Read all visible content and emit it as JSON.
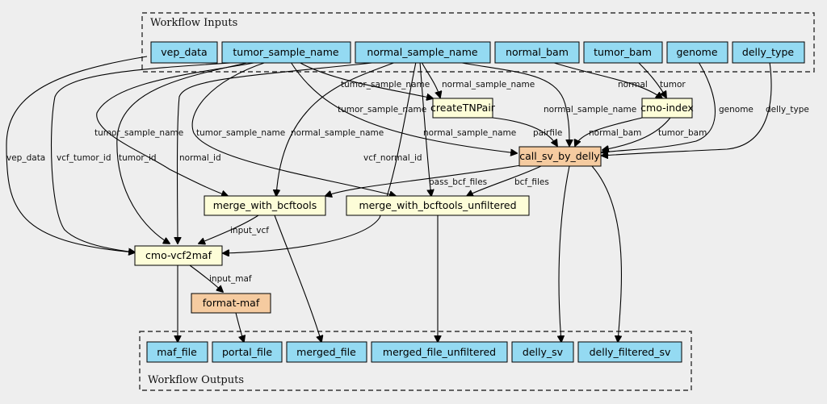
{
  "colors": {
    "io_fill": "#94daf2",
    "step_fill": "#fdfdd8",
    "workflow_fill": "#f5cba0",
    "background": "#eeeeee"
  },
  "clusters": {
    "inputs": "Workflow Inputs",
    "outputs": "Workflow Outputs"
  },
  "nodes": {
    "vep_data": "vep_data",
    "tumor_sample_name": "tumor_sample_name",
    "normal_sample_name": "normal_sample_name",
    "normal_bam": "normal_bam",
    "tumor_bam": "tumor_bam",
    "genome": "genome",
    "delly_type": "delly_type",
    "createTNPair": "createTNPair",
    "cmo_index": "cmo-index",
    "call_sv_by_delly": "call_sv_by_delly",
    "merge_with_bcftools": "merge_with_bcftools",
    "merge_with_bcftools_unfiltered": "merge_with_bcftools_unfiltered",
    "cmo_vcf2maf": "cmo-vcf2maf",
    "format_maf": "format-maf",
    "maf_file": "maf_file",
    "portal_file": "portal_file",
    "merged_file": "merged_file",
    "merged_file_unfiltered": "merged_file_unfiltered",
    "delly_sv": "delly_sv",
    "delly_filtered_sv": "delly_filtered_sv"
  },
  "edge_labels": {
    "tumor_sample_name": "tumor_sample_name",
    "normal_sample_name": "normal_sample_name",
    "normal": "normal",
    "tumor": "tumor",
    "genome": "genome",
    "delly_type": "delly_type",
    "pairfile": "pairfile",
    "normal_bam": "normal_bam",
    "tumor_bam": "tumor_bam",
    "vep_data": "vep_data",
    "vcf_tumor_id": "vcf_tumor_id",
    "tumor_id": "tumor_id",
    "normal_id": "normal_id",
    "vcf_normal_id": "vcf_normal_id",
    "pass_bcf_files": "pass_bcf_files",
    "bcf_files": "bcf_files",
    "input_vcf": "input_vcf",
    "input_maf": "input_maf"
  }
}
